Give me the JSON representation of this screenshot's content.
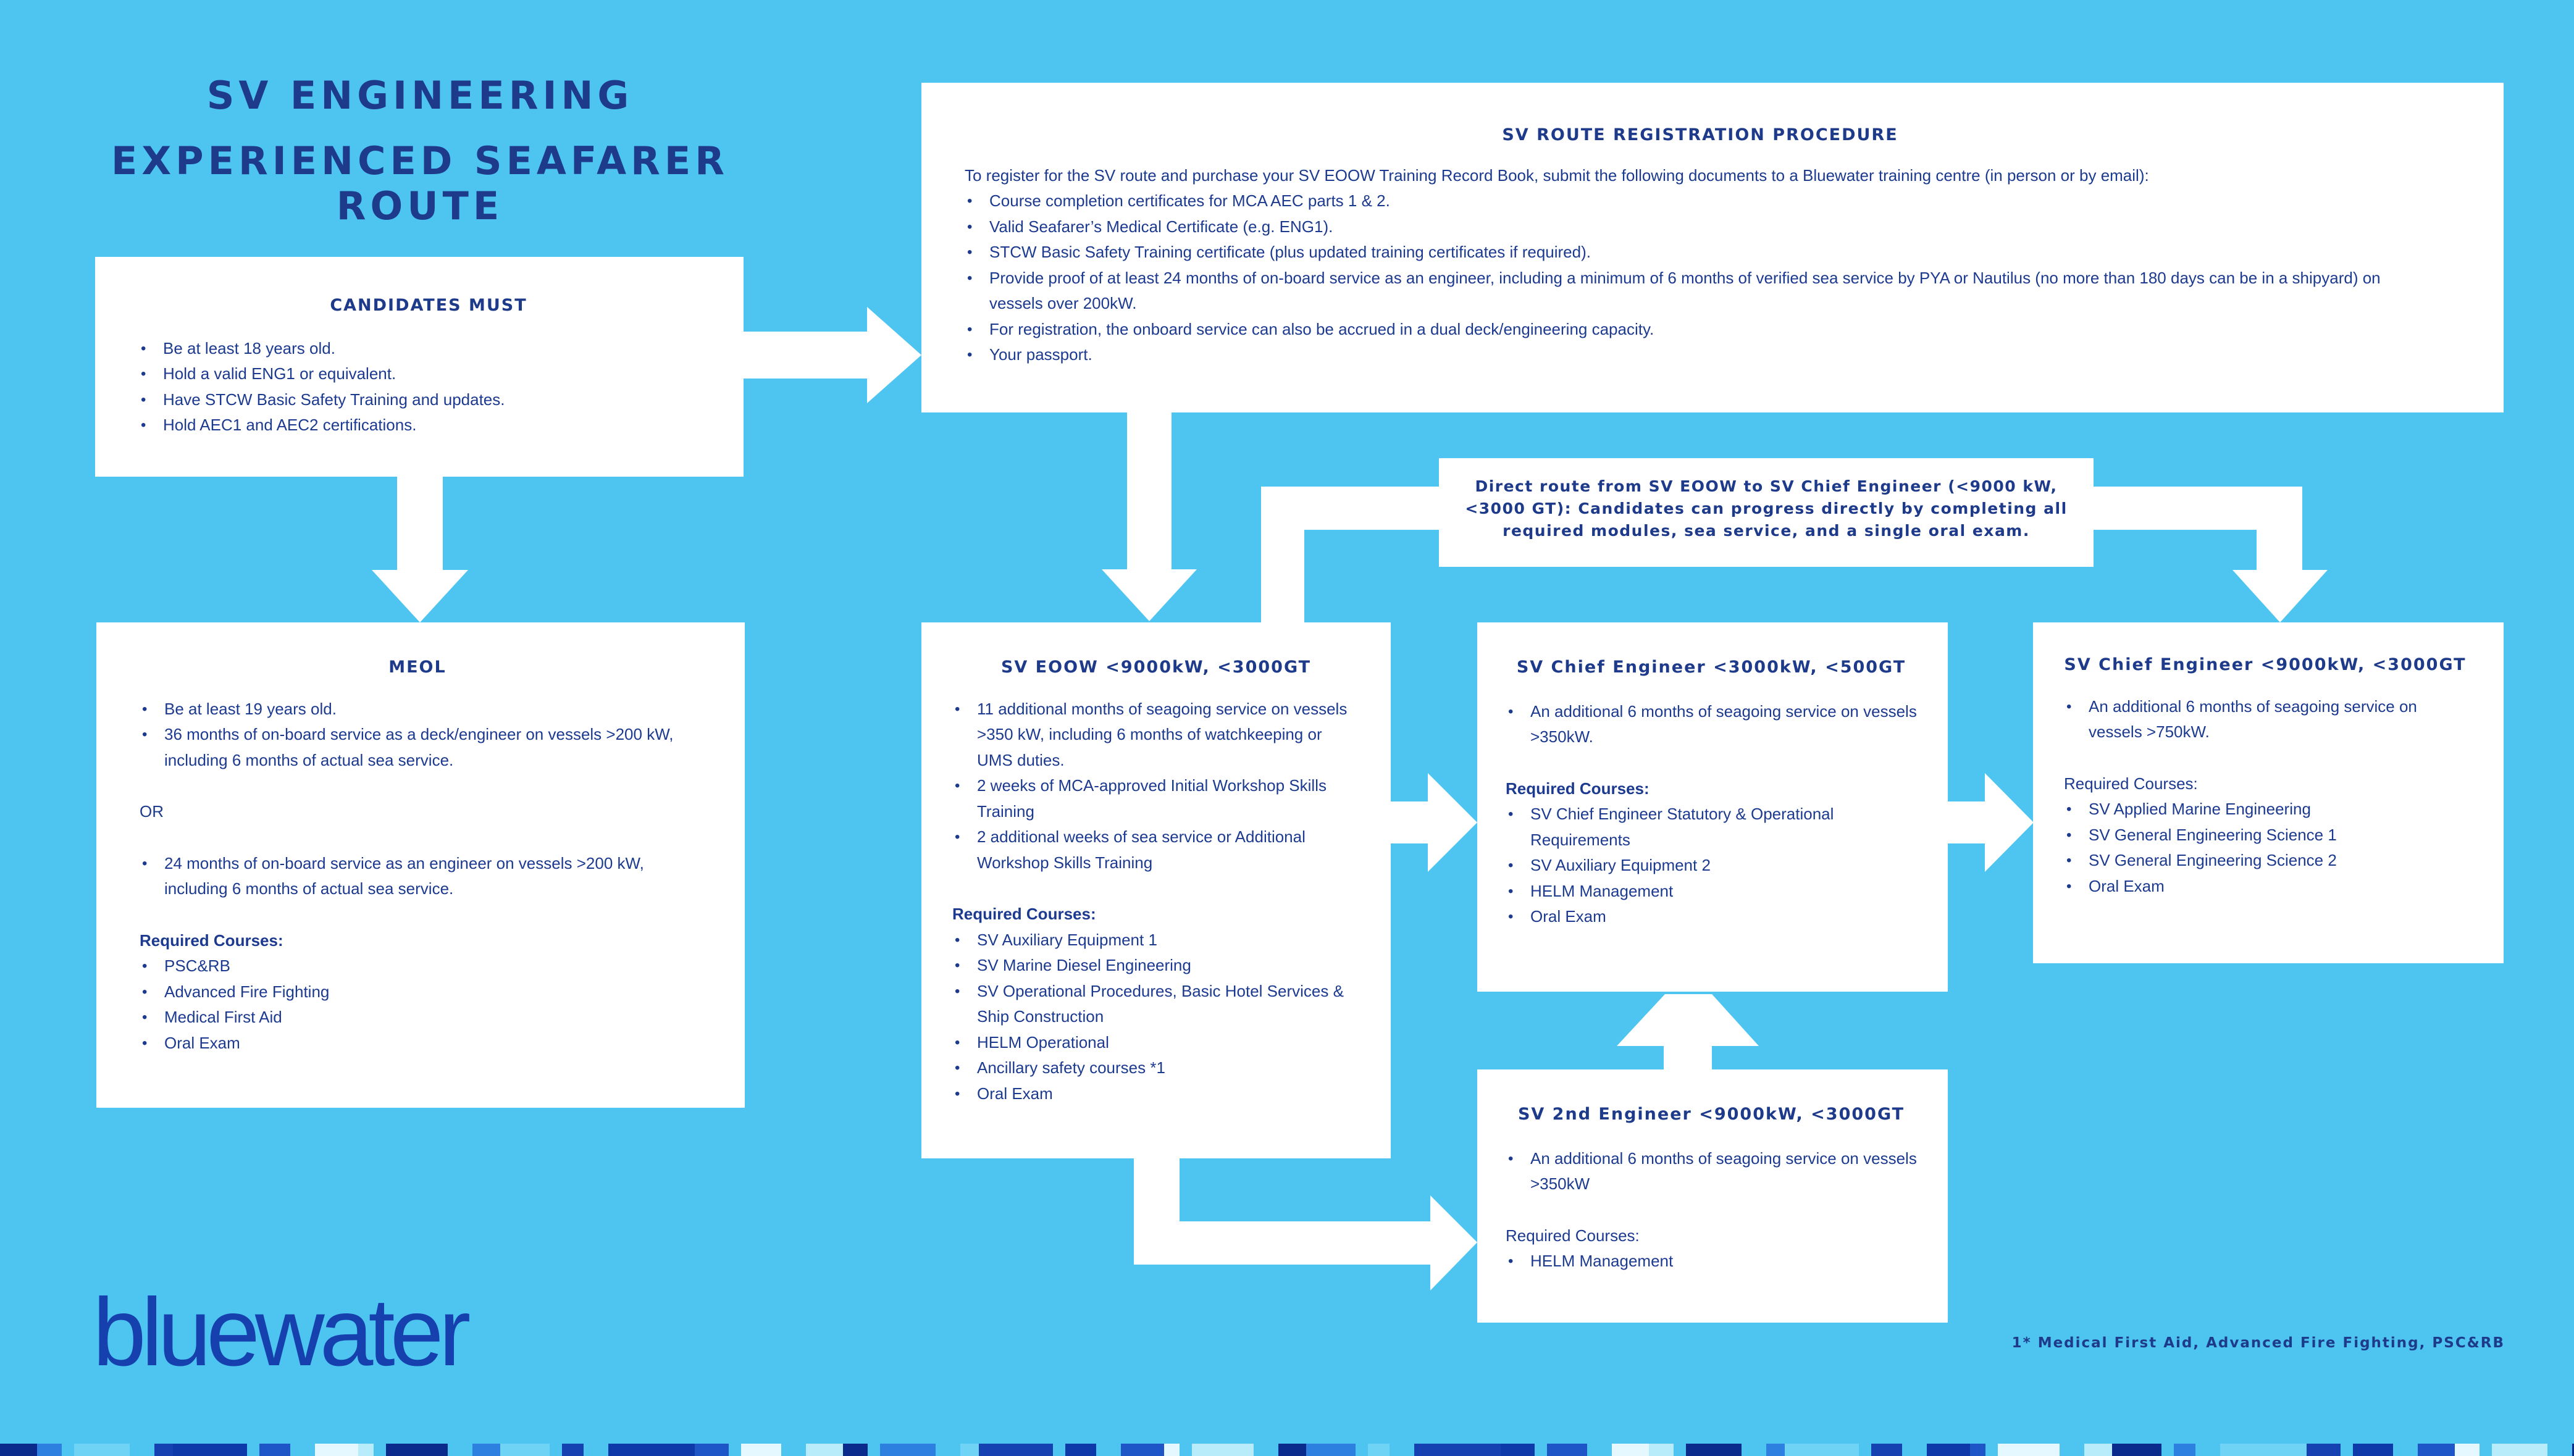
{
  "header": {
    "title_line1": "SV ENGINEERING",
    "title_line2": "EXPERIENCED SEAFARER ROUTE"
  },
  "candidates": {
    "title": "CANDIDATES MUST",
    "items": [
      "Be at least 18 years old.",
      "Hold a valid ENG1 or equivalent.",
      "Have STCW Basic Safety Training and updates.",
      "Hold AEC1 and AEC2 certifications."
    ]
  },
  "registration": {
    "title": "SV ROUTE REGISTRATION PROCEDURE",
    "intro": "To register for the SV route and purchase your SV EOOW Training Record Book, submit the following documents to a Bluewater training centre (in person or by email):",
    "items": [
      "Course completion certificates for MCA AEC parts 1 & 2.",
      "Valid Seafarer’s Medical Certificate (e.g. ENG1).",
      "STCW Basic Safety Training certificate (plus updated training certificates if required).",
      "Provide proof of at least 24 months of on-board service as an engineer, including a minimum of 6 months of verified sea service by PYA or Nautilus (no more than 180 days can be in a shipyard) on vessels over 200kW.",
      "For registration, the onboard service can also be accrued in a dual deck/engineering capacity.",
      "Your passport."
    ]
  },
  "meol": {
    "title": "MEOL",
    "items_a": [
      "Be at least 19 years old.",
      "36 months of on-board service as a deck/engineer on vessels >200 kW, including 6 months of actual sea service."
    ],
    "or_label": "OR",
    "items_b": [
      "24 months of on-board service as an engineer on vessels >200 kW, including 6 months of actual sea service."
    ],
    "courses_label": "Required Courses:",
    "courses": [
      "PSC&RB",
      "Advanced Fire Fighting",
      "Medical First Aid",
      "Oral Exam"
    ]
  },
  "eoow": {
    "title": "SV EOOW <9000kW, <3000GT",
    "items": [
      "11 additional months of seagoing service on vessels >350 kW, including 6 months of watchkeeping or UMS duties.",
      "2 weeks of MCA-approved Initial Workshop Skills Training",
      "2 additional weeks of sea service or Additional Workshop Skills Training"
    ],
    "courses_label": "Required Courses:",
    "courses": [
      "SV Auxiliary Equipment 1",
      "SV Marine Diesel Engineering",
      "SV Operational Procedures, Basic Hotel Services & Ship Construction",
      "HELM Operational",
      "Ancillary safety courses *1",
      "Oral Exam"
    ]
  },
  "direct_route": {
    "text": "Direct route from SV EOOW to SV Chief Engineer (<9000 kW, <3000 GT):  Candidates can progress directly by completing all required modules, sea service, and a single oral exam."
  },
  "chief_3000": {
    "title": "SV Chief Engineer <3000kW, <500GT",
    "items": [
      "An additional 6 months of seagoing service on vessels >350kW."
    ],
    "courses_label": "Required Courses:",
    "courses": [
      "SV Chief Engineer Statutory & Operational Requirements",
      "SV Auxiliary Equipment 2",
      "HELM Management",
      "Oral Exam"
    ]
  },
  "chief_9000": {
    "title": "SV Chief Engineer <9000kW, <3000GT",
    "items": [
      "An additional 6 months of seagoing service on vessels >750kW."
    ],
    "courses_label": "Required Courses:",
    "courses": [
      "SV Applied Marine Engineering",
      "SV General Engineering Science 1",
      "SV General Engineering Science 2",
      "Oral Exam"
    ]
  },
  "second_eng": {
    "title": "SV 2nd Engineer <9000kW, <3000GT",
    "items": [
      "An additional 6 months of seagoing service on vessels >350kW"
    ],
    "courses_label": "Required Courses:",
    "courses": [
      "HELM Management"
    ]
  },
  "logo": {
    "text": "bluewater"
  },
  "footnote": "1* Medical First Aid, Advanced Fire Fighting, PSC&RB",
  "colors": {
    "background": "#4dc5f0",
    "text": "#1c3a8f",
    "box": "#ffffff",
    "logo": "#1640ad"
  }
}
